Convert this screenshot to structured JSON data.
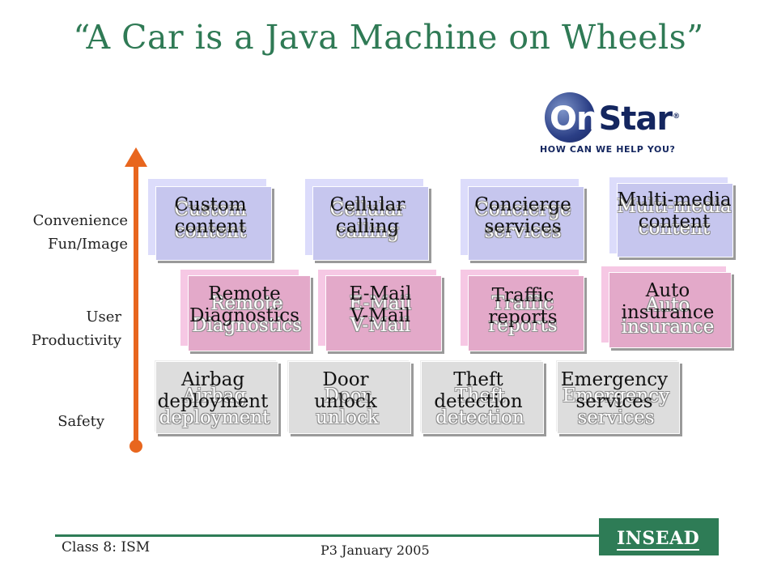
{
  "title": "“A Car is a Java Machine on Wheels”",
  "logo": {
    "word_on": "On",
    "word_star": "Star",
    "registered": "®",
    "tagline": "How can we help you?"
  },
  "axis_labels": {
    "convenience": "Convenience",
    "fun_image": "Fun/Image",
    "user": "User",
    "productivity": "Productivity",
    "safety": "Safety"
  },
  "rows": {
    "convenience": [
      {
        "line1": "Custom",
        "line2": "content"
      },
      {
        "line1": "Cellular",
        "line2": "calling"
      },
      {
        "line1": "Concierge",
        "line2": "services"
      },
      {
        "line1": "Multi-media",
        "line2": "content"
      }
    ],
    "productivity": [
      {
        "line1": "Remote",
        "line2": "Diagnostics"
      },
      {
        "line1": "E-Mail",
        "line2": "V-Mail"
      },
      {
        "line1": "Traffic",
        "line2": "reports"
      },
      {
        "line1": "Auto",
        "line2": "insurance"
      }
    ],
    "safety": [
      {
        "line1": "Airbag",
        "line2": "deployment"
      },
      {
        "line1": "Door",
        "line2": "unlock"
      },
      {
        "line1": "Theft",
        "line2": "detection"
      },
      {
        "line1": "Emergency",
        "line2": "services"
      }
    ]
  },
  "footer": {
    "class": "Class 8: ISM",
    "date": "P3 January 2005",
    "brand": "INSEAD"
  },
  "colors": {
    "title": "#2f7a55",
    "arrow": "#e8661e",
    "blue": "#c6c6ee",
    "pink": "#e3a9c9",
    "gray": "#dddddd",
    "insead": "#2e7c56"
  }
}
